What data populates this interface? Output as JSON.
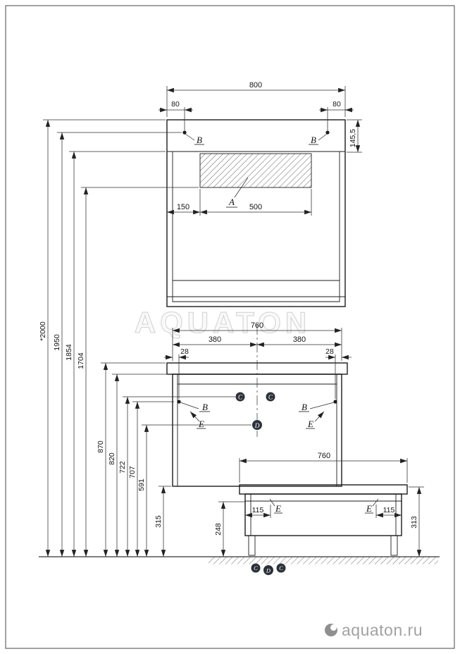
{
  "watermark": "AQUATON",
  "footer": {
    "brand": "aquaton.ru"
  },
  "mirror_view": {
    "dim_width": "800",
    "dim_offset_left": "80",
    "dim_offset_right": "80",
    "dim_top_height": "145,5",
    "dim_lamp_offset": "150",
    "dim_lamp_width": "500",
    "label_lamp": "A",
    "label_fix_left": "B",
    "label_fix_right": "B"
  },
  "front_view": {
    "dim_width": "760",
    "dim_half_left": "380",
    "dim_half_right": "380",
    "dim_fix_left": "28",
    "dim_fix_right": "28",
    "label_fix_left": "B",
    "label_fix_right": "B",
    "label_c_left": "C",
    "label_c_right": "C",
    "label_d": "D",
    "label_e_left": "E",
    "label_e_right": "E"
  },
  "side_view": {
    "dim_width": "760",
    "dim_fix_left": "115",
    "dim_fix_right": "115",
    "label_e_left": "E",
    "label_e_right": "E",
    "dim_height_shelf": "248",
    "dim_height_total": "313",
    "floor_labels": [
      "C",
      "D",
      "C"
    ]
  },
  "elevations": {
    "h2000": "*2000",
    "h1950": "1950",
    "h1854": "1854",
    "h1704": "1704",
    "h870": "870",
    "h820": "820",
    "h722": "722",
    "h707": "707",
    "h591": "591",
    "h315": "315"
  }
}
